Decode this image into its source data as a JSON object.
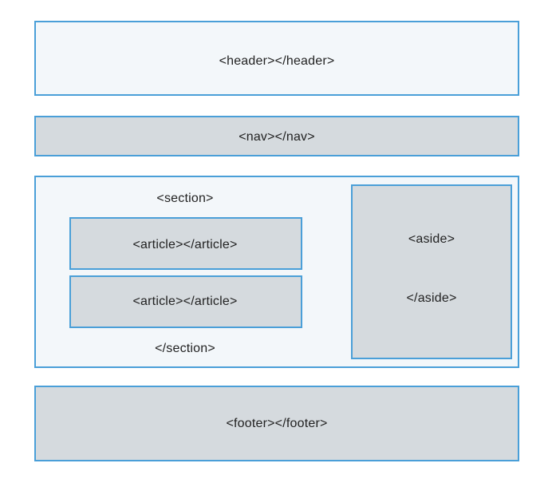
{
  "diagram": {
    "header": {
      "label": "<header></header>"
    },
    "nav": {
      "label": "<nav></nav>"
    },
    "section": {
      "open_label": "<section>",
      "close_label": "</section>",
      "articles": [
        {
          "label": "<article></article>"
        },
        {
          "label": "<article></article>"
        }
      ]
    },
    "aside": {
      "open_label": "<aside>",
      "close_label": "</aside>"
    },
    "footer": {
      "label": "<footer></footer>"
    }
  },
  "colors": {
    "border": "#4a9fd8",
    "light_fill": "#f3f7fa",
    "grey_fill": "#d5dade"
  }
}
